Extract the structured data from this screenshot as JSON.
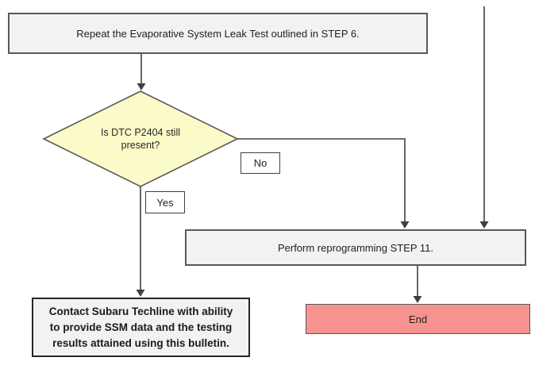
{
  "colors": {
    "box_fill": "#f2f2f2",
    "box_border": "#595959",
    "line_color": "#404040",
    "diamond_fill": "#fbfbc9",
    "end_fill": "#f7938e",
    "label_fill": "#ffffff"
  },
  "flowchart": {
    "nodes": {
      "repeat_test": {
        "label": "Repeat the Evaporative System Leak Test outlined in STEP 6."
      },
      "decision": {
        "label": "Is DTC P2404 still present?"
      },
      "no_branch": {
        "label": "No"
      },
      "yes_branch": {
        "label": "Yes"
      },
      "reprogram": {
        "label": "Perform reprogramming STEP 11."
      },
      "contact": {
        "lines": [
          "Contact Subaru Techline with ability",
          "to provide SSM data and the testing",
          "results attained using this bulletin."
        ]
      },
      "end": {
        "label": "End"
      }
    }
  }
}
